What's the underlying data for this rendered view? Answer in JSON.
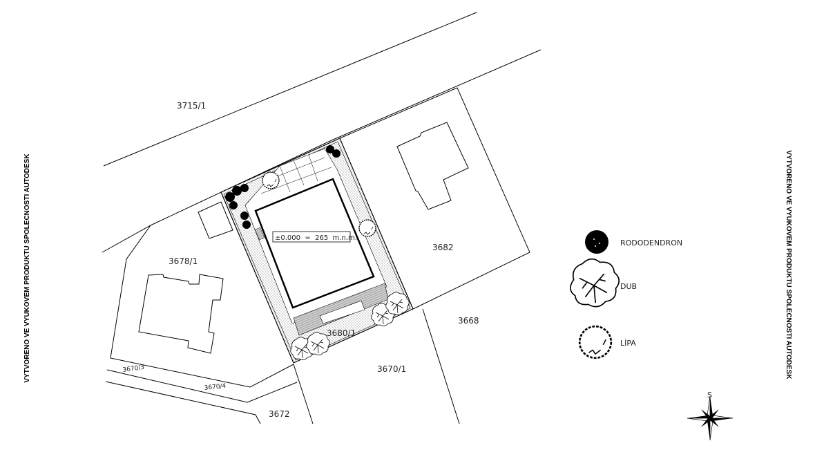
{
  "watermark": {
    "left": "VYTVORENO VE VYUKOVEM PRODUKTU SPOLECNOSTI AUTODESK",
    "right": "VYTVORENO VE VYUKOVEM PRODUKTU SPOLECNOSTI AUTODESK"
  },
  "parcels": {
    "p3715_1": "3715/1",
    "p3678_1": "3678/1",
    "p3682": "3682",
    "p3668": "3668",
    "p3680_1": "3680/1",
    "p3670_1": "3670/1",
    "p3670_3": "3670/3",
    "p3670_4": "3670/4",
    "p3672": "3672"
  },
  "elevation_label": "±0.000  =  265  m.n.m.",
  "legend": [
    {
      "icon": "rhododendron-icon",
      "label": "RODODENDRON"
    },
    {
      "icon": "oak-tree-icon",
      "label": "DUB"
    },
    {
      "icon": "linden-tree-icon",
      "label": "LÍPA"
    }
  ],
  "compass": {
    "label": "S"
  }
}
